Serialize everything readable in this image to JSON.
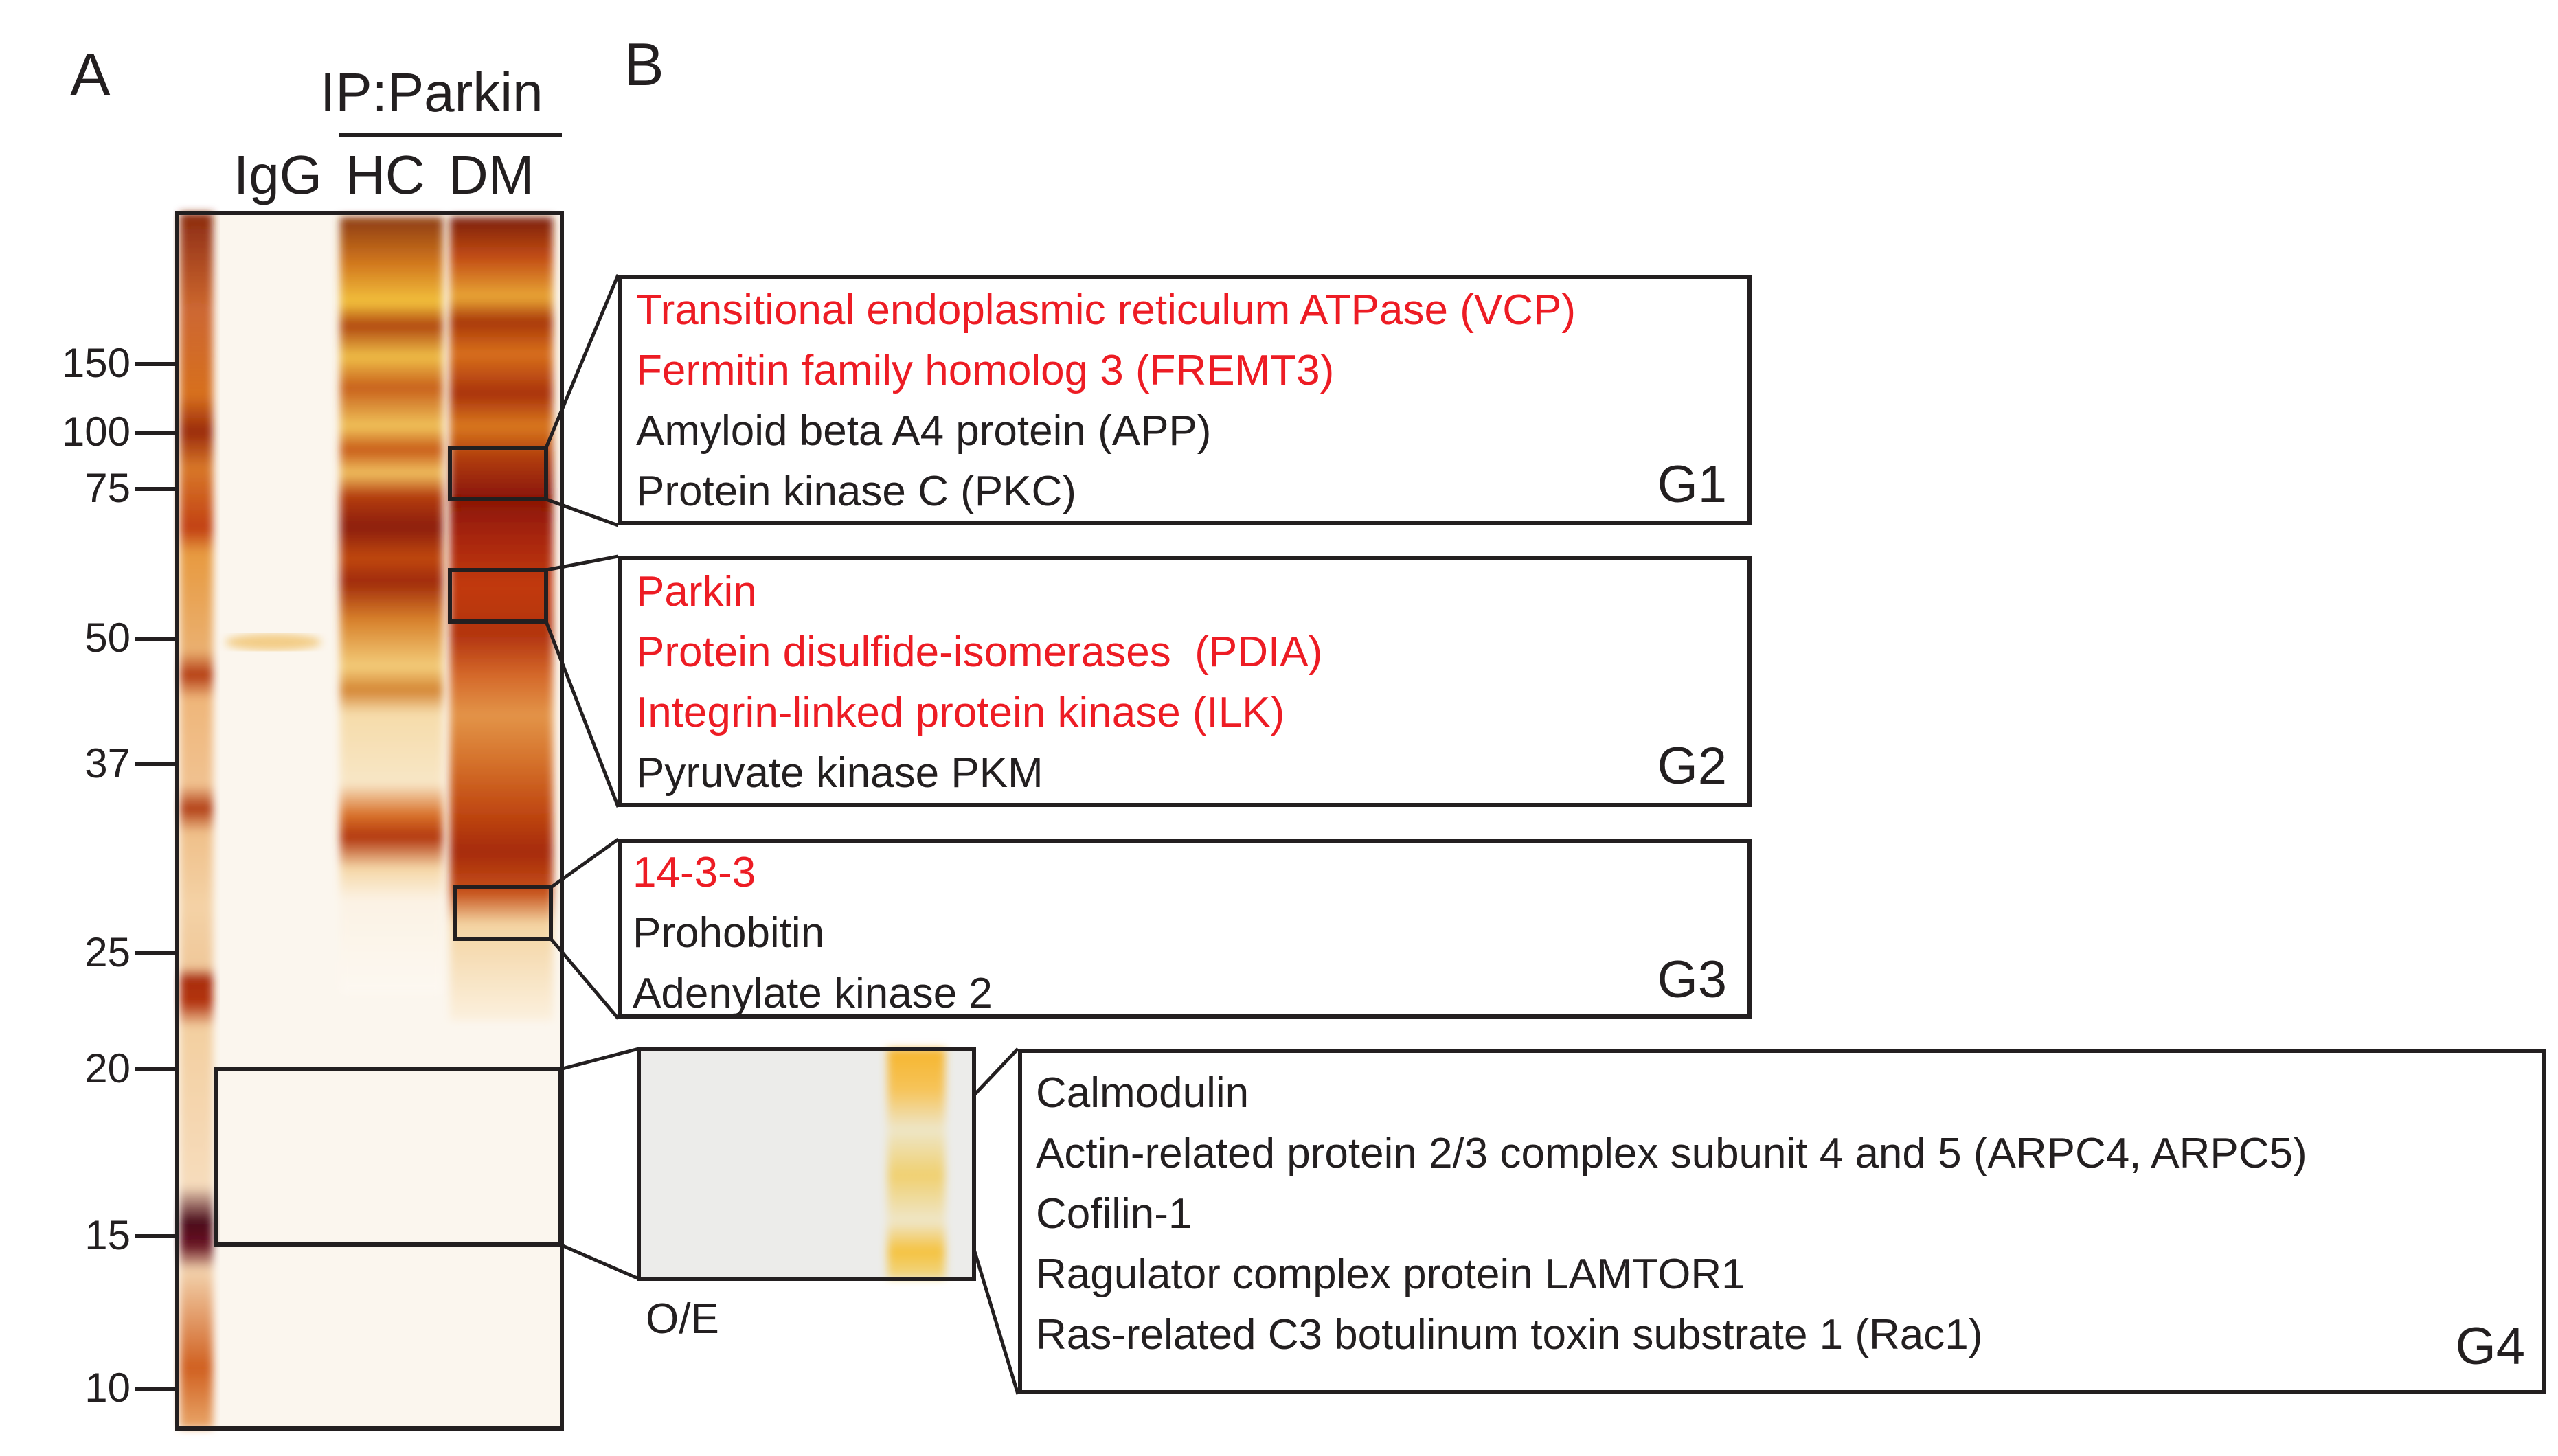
{
  "panels": {
    "a": "A",
    "b": "B"
  },
  "gel": {
    "ip_label": "IP:Parkin",
    "lanes": [
      "IgG",
      "HC",
      "DM"
    ],
    "markers": [
      "150",
      "100",
      "75",
      "50",
      "37",
      "25",
      "20",
      "15",
      "10"
    ]
  },
  "oe_label": "O/E",
  "colors": {
    "highlight": "#ed1c24",
    "text": "#231f20",
    "stain_dark": "#7a0d00",
    "stain_light": "#f2b52a"
  },
  "groups": [
    {
      "id": "G1",
      "items": [
        {
          "text": "Transitional endoplasmic reticulum ATPase (VCP)",
          "highlight": true
        },
        {
          "text": "Fermitin family homolog 3 (FREMT3)",
          "highlight": true
        },
        {
          "text": "Amyloid beta A4 protein (APP)",
          "highlight": false
        },
        {
          "text": "Protein kinase C (PKC)",
          "highlight": false
        }
      ]
    },
    {
      "id": "G2",
      "items": [
        {
          "text": "Parkin",
          "highlight": true
        },
        {
          "text": "Protein disulfide-isomerases  (PDIA)",
          "highlight": true
        },
        {
          "text": "Integrin-linked protein kinase (ILK)",
          "highlight": true
        },
        {
          "text": "Pyruvate kinase PKM",
          "highlight": false
        }
      ]
    },
    {
      "id": "G3",
      "items": [
        {
          "text": "14-3-3",
          "highlight": true
        },
        {
          "text": "Prohobitin",
          "highlight": false
        },
        {
          "text": "Adenylate kinase 2",
          "highlight": false
        }
      ]
    },
    {
      "id": "G4",
      "items": [
        {
          "text": "Calmodulin",
          "highlight": false
        },
        {
          "text": "Actin-related protein 2/3 complex subunit 4 and 5 (ARPC4, ARPC5)",
          "highlight": false
        },
        {
          "text": "Cofilin-1",
          "highlight": false
        },
        {
          "text": "Ragulator complex protein LAMTOR1",
          "highlight": false
        },
        {
          "text": "Ras-related C3 botulinum toxin substrate 1 (Rac1)",
          "highlight": false
        }
      ]
    }
  ]
}
